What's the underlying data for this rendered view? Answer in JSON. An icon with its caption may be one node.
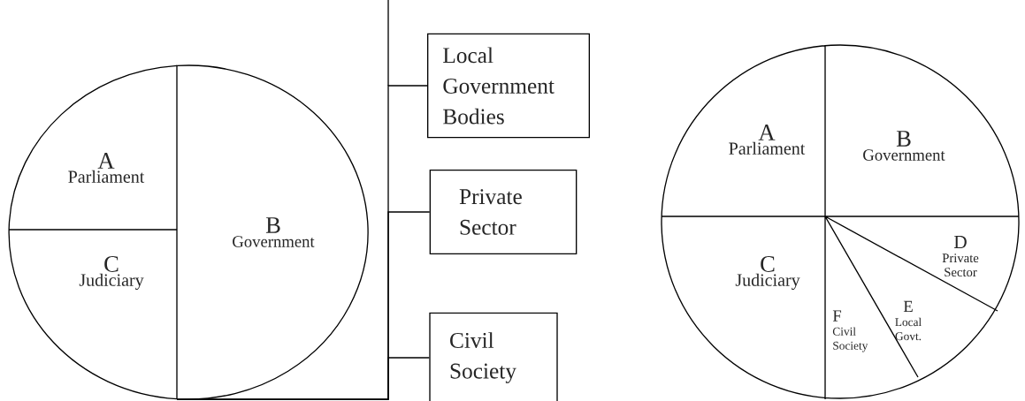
{
  "diagram": {
    "nodes": [
      {
        "text": [
          "A",
          "Parliament"
        ]
      },
      {
        "text": [
          "B",
          "Government"
        ]
      },
      {
        "text": [
          "C",
          "Judiciary"
        ]
      },
      {
        "text": [
          "Local Government Bodies"
        ]
      },
      {
        "text": [
          "Private Sector"
        ]
      },
      {
        "text": [
          "Civil Society"
        ]
      },
      {
        "text": [
          "A",
          "Parliament"
        ]
      },
      {
        "text": [
          "B",
          "Government"
        ]
      },
      {
        "text": [
          "C",
          "Judiciary"
        ]
      },
      {
        "text": [
          "D",
          "Private Sector"
        ]
      },
      {
        "text": [
          "E",
          "Local Govt."
        ]
      },
      {
        "text": [
          "F",
          "Civil Society"
        ]
      }
    ],
    "edges": [
      {
        "from": 1,
        "to": 3,
        "arrow": "none"
      },
      {
        "from": 1,
        "to": 4,
        "arrow": "none"
      },
      {
        "from": 1,
        "to": 5,
        "arrow": "none"
      }
    ]
  }
}
